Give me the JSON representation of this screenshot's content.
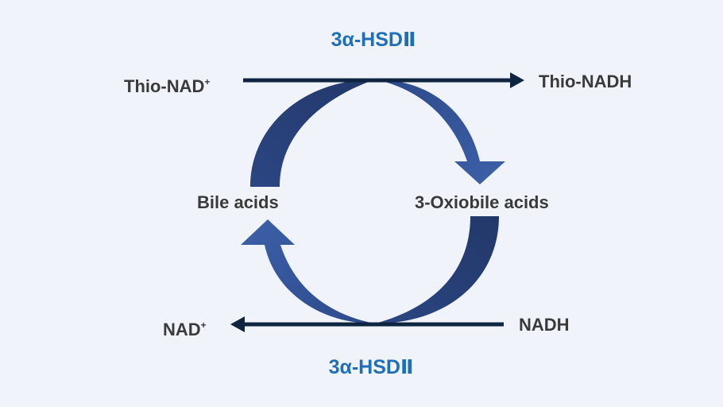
{
  "enzyme_top": "3α-HSDⅡ",
  "enzyme_bottom": "3α-HSDⅡ",
  "cofactors": {
    "thio_nad": {
      "base": "Thio-NAD",
      "charge": "+"
    },
    "thio_nadh": "Thio-NADH",
    "nad": {
      "base": "NAD",
      "charge": "+"
    },
    "nadh": "NADH"
  },
  "substrates": {
    "bile_acids": "Bile acids",
    "oxobile_acids": "3-Oxiobile acids"
  },
  "colors": {
    "background": "#f0f3f9",
    "arrow_dark": "#23386a",
    "arrow_light": "#3d60a8",
    "line": "#0f2440",
    "enzyme_text": "#1f6fb8",
    "label_text": "#3a3a3a"
  }
}
